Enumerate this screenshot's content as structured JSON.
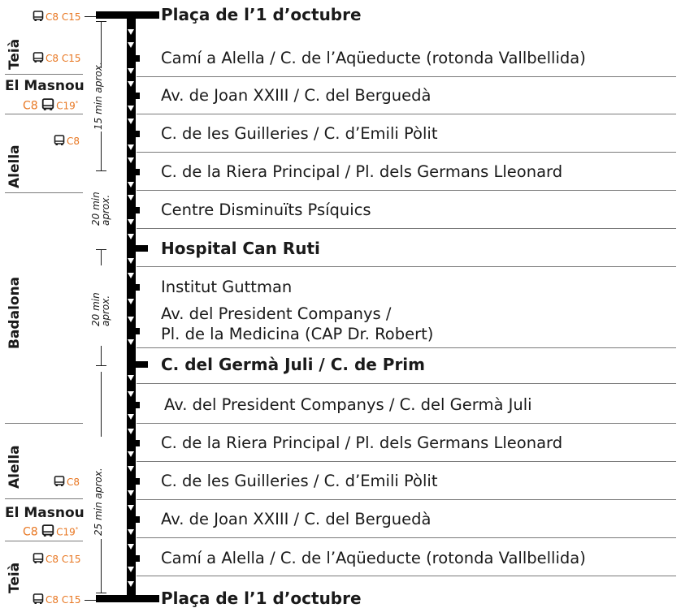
{
  "stops": [
    {
      "label": "Plaça de l’1 d’octubre",
      "bold": true
    },
    {
      "label": "Camí a Alella / C. de l’Aqüeducte (rotonda Vallbellida)",
      "bold": false
    },
    {
      "label": "Av. de Joan XXIII / C. del Berguedà",
      "bold": false
    },
    {
      "label": "C. de les Guilleries / C. d’Emili Pòlit",
      "bold": false
    },
    {
      "label": "C. de la Riera Principal / Pl. dels Germans Lleonard",
      "bold": false
    },
    {
      "label": "Centre Disminuïts Psíquics",
      "bold": false
    },
    {
      "label": "Hospital Can Ruti",
      "bold": true
    },
    {
      "label": "Institut Guttman",
      "bold": false
    },
    {
      "label": "Av. del President Companys /",
      "label2": "Pl. de la Medicina (CAP Dr. Robert)",
      "bold": false
    },
    {
      "label": "C. del Germà Juli / C. de Prim",
      "bold": true
    },
    {
      "label": "Av. del President Companys / C. del Germà Juli",
      "bold": false
    },
    {
      "label": "C. de la Riera Principal / Pl. dels Germans Lleonard",
      "bold": false
    },
    {
      "label": "C. de les Guilleries / C. d’Emili Pòlit",
      "bold": false
    },
    {
      "label": "Av. de Joan XXIII / C. del Berguedà",
      "bold": false
    },
    {
      "label": "Camí a Alella / C. de l’Aqüeducte (rotonda Vallbellida)",
      "bold": false
    },
    {
      "label": "Plaça de l’1 d’octubre",
      "bold": true
    }
  ],
  "municipalities": {
    "teia_top": "Teià",
    "masnou_top": "El Masnou",
    "alella_top": "Alella",
    "badalona": "Badalona",
    "alella_bottom": "Alella",
    "masnou_bottom": "El Masnou",
    "teia_bottom": "Teià"
  },
  "bus_labels": {
    "c8_c15": "C8 C15",
    "c8": "C8",
    "c19": "C19",
    "c19_mark": "*"
  },
  "durations": {
    "d1": "15 min aprox.",
    "d2_line1": "20 min",
    "d2_line2": "aprox.",
    "d3_line1": "20 min",
    "d3_line2": "aprox.",
    "d4": "25 min aprox."
  },
  "colors": {
    "line": "#000000",
    "bus_accent": "#e87722",
    "text": "#1a1a1a"
  },
  "icons": [
    "bus-icon"
  ]
}
